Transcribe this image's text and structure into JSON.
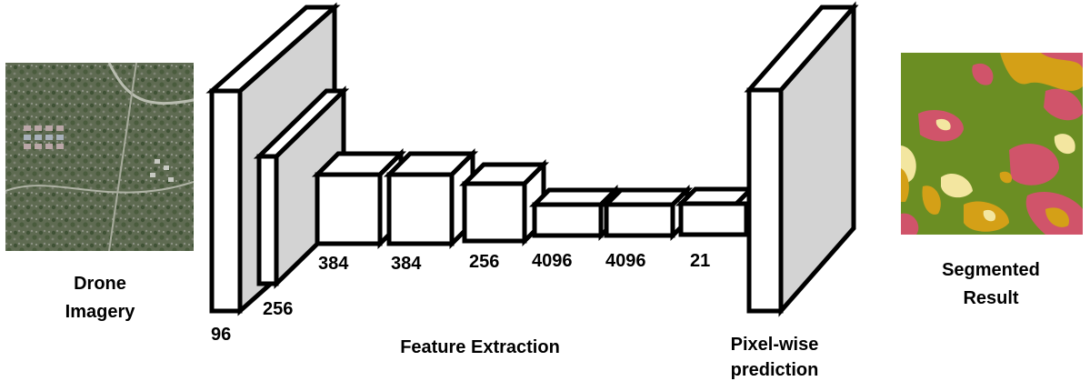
{
  "input": {
    "label_line1": "Drone",
    "label_line2": "Imagery"
  },
  "output": {
    "label_line1": "Segmented",
    "label_line2": "Result"
  },
  "layers": [
    {
      "id": "conv1",
      "channels": "96"
    },
    {
      "id": "conv2",
      "channels": "256"
    },
    {
      "id": "conv3",
      "channels": "384"
    },
    {
      "id": "conv4",
      "channels": "384"
    },
    {
      "id": "conv5",
      "channels": "256"
    },
    {
      "id": "fc6",
      "channels": "4096"
    },
    {
      "id": "fc7",
      "channels": "4096"
    },
    {
      "id": "fc8",
      "channels": "21"
    }
  ],
  "sections": {
    "feature_extraction": "Feature Extraction",
    "pixelwise_line1": "Pixel-wise",
    "pixelwise_line2": "prediction"
  },
  "colors": {
    "vegetation": "#6b8e23",
    "building": "#d0546a",
    "road": "#d4a017",
    "bare": "#f3e6a0",
    "block_face": "#ffffff",
    "block_side": "#d3d3d3",
    "stroke": "#000000"
  }
}
